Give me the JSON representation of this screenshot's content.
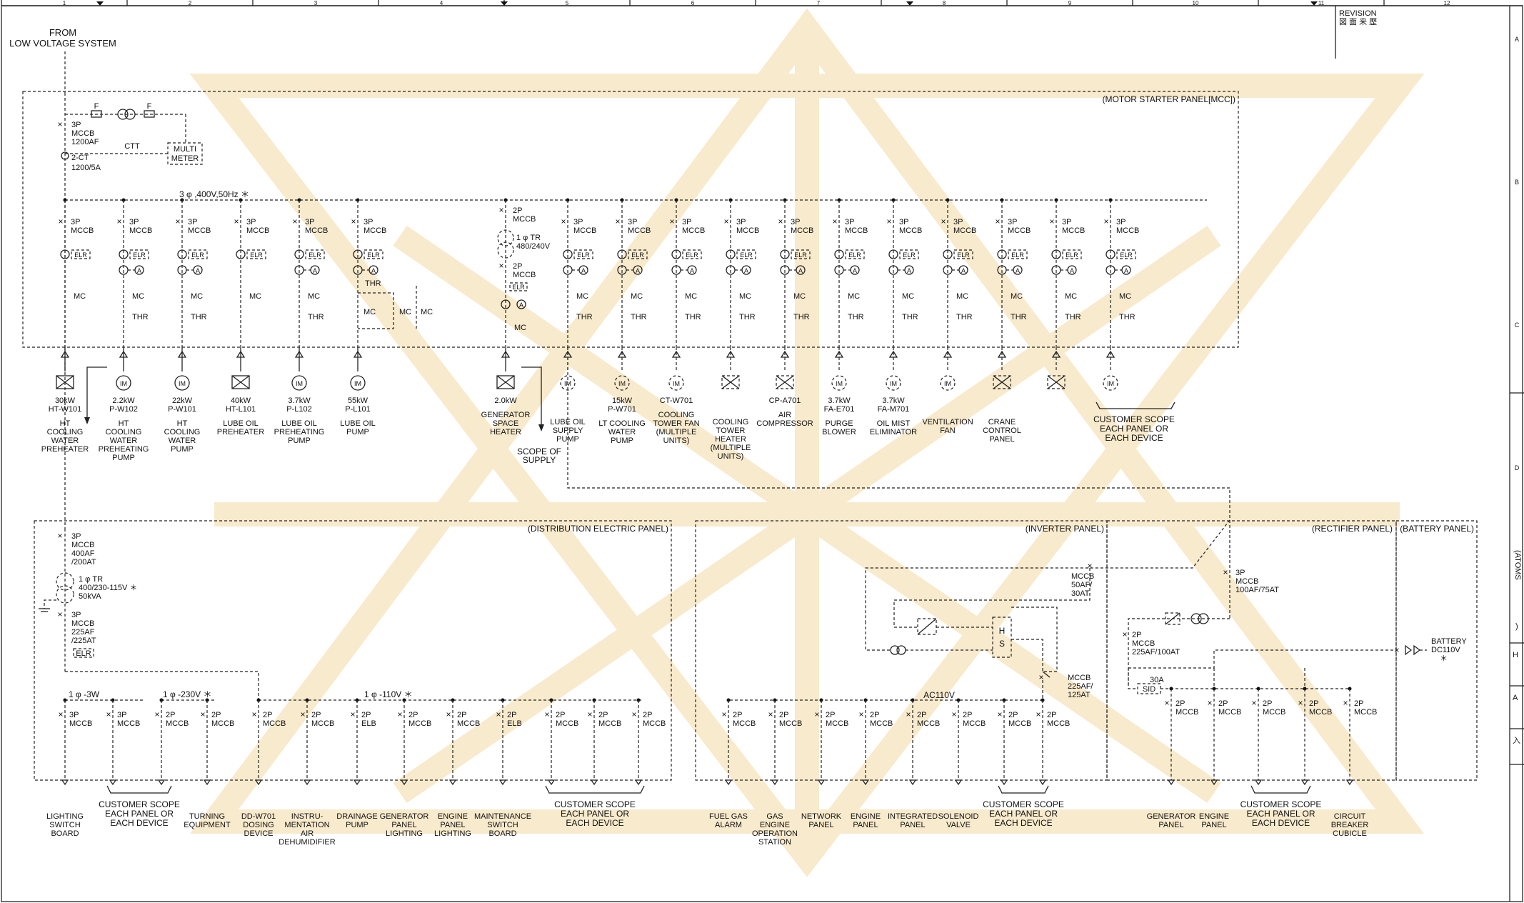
{
  "ruler": [
    "1",
    "2",
    "3",
    "4",
    "5",
    "6",
    "7",
    "8",
    "9",
    "10",
    "11",
    "12"
  ],
  "side_rows": [
    "A",
    "B",
    "C",
    "D"
  ],
  "revision": {
    "line1": "REVISION",
    "line2": "図 面 来 歴"
  },
  "source": {
    "line1": "FROM",
    "line2": "LOW VOLTAGE SYSTEM"
  },
  "mcc": {
    "title": "(MOTOR STARTER PANEL[MCC])",
    "main_breaker": [
      "3P",
      "MCCB",
      "1200AF"
    ],
    "ct": [
      "2-CT",
      "1200/5A"
    ],
    "ctt": "CTT",
    "fuse": "F",
    "meter": [
      "MULTI",
      "METER"
    ],
    "bus": "3 φ ,400V,50Hz ＊",
    "tr": [
      "1 φ TR",
      "480/240V"
    ],
    "tr_breaker": [
      "2P",
      "MCCB"
    ],
    "feeders": [
      {
        "pole": "3P",
        "kw": "30kW",
        "tag": "HT-W101",
        "name": [
          "HT",
          "COOLING",
          "WATER",
          "PREHEATER"
        ],
        "sym": "heater",
        "mc": "MC",
        "thr": "",
        "elr": true
      },
      {
        "pole": "3P",
        "kw": "2.2kW",
        "tag": "P-W102",
        "name": [
          "HT",
          "COOLING",
          "WATER",
          "PREHEATING",
          "PUMP"
        ],
        "sym": "motor",
        "mc": "MC",
        "thr": "THR",
        "elr": true
      },
      {
        "pole": "3P",
        "kw": "22kW",
        "tag": "P-W101",
        "name": [
          "HT",
          "COOLING",
          "WATER",
          "PUMP"
        ],
        "sym": "motor",
        "mc": "MC",
        "thr": "THR",
        "elr": true
      },
      {
        "pole": "3P",
        "kw": "40kW",
        "tag": "HT-L101",
        "name": [
          "LUBE OIL",
          "PREHEATER"
        ],
        "sym": "heater",
        "mc": "MC",
        "thr": "",
        "elr": true
      },
      {
        "pole": "3P",
        "kw": "3.7kW",
        "tag": "P-L102",
        "name": [
          "LUBE OIL",
          "PREHEATING",
          "PUMP"
        ],
        "sym": "motor",
        "mc": "MC",
        "thr": "THR",
        "elr": true
      },
      {
        "pole": "3P",
        "kw": "55kW",
        "tag": "P-L101",
        "name": [
          "LUBE OIL",
          "PUMP"
        ],
        "sym": "motor",
        "mc": "MC",
        "thr": "THR",
        "elr": true
      },
      {
        "pole": "2P",
        "kw": "2.0kW",
        "tag": "",
        "name": [
          "GENERATOR",
          "SPACE",
          "HEATER"
        ],
        "sym": "heater",
        "mc": "MC",
        "thr": "",
        "elr": true
      },
      {
        "pole": "3P",
        "kw": "",
        "tag": "",
        "name": [
          "LUBE OIL",
          "SUPPLY",
          "PUMP"
        ],
        "sym": "motor-dash",
        "mc": "MC",
        "thr": "THR",
        "elr": true
      },
      {
        "pole": "3P",
        "kw": "15kW",
        "tag": "P-W701",
        "name": [
          "LT COOLING",
          "WATER",
          "PUMP"
        ],
        "sym": "motor-dash",
        "mc": "MC",
        "thr": "THR",
        "elr": true
      },
      {
        "pole": "3P",
        "kw": "",
        "tag": "CT-W701",
        "name": [
          "COOLING",
          "TOWER FAN",
          "(MULTIPLE",
          "UNITS)"
        ],
        "sym": "motor-dash",
        "mc": "MC",
        "thr": "THR",
        "elr": true
      },
      {
        "pole": "3P",
        "kw": "",
        "tag": "",
        "name": [
          "COOLING",
          "TOWER",
          "HEATER",
          "(MULTIPLE",
          "UNITS)"
        ],
        "sym": "heater-dash",
        "mc": "MC",
        "thr": "THR",
        "elr": true
      },
      {
        "pole": "3P",
        "kw": "",
        "tag": "CP-A701",
        "name": [
          "AIR",
          "COMPRESSOR"
        ],
        "sym": "heater-dash",
        "mc": "MC",
        "thr": "THR",
        "elr": true
      },
      {
        "pole": "3P",
        "kw": "3.7kW",
        "tag": "FA-E701",
        "name": [
          "PURGE",
          "BLOWER"
        ],
        "sym": "motor-dash",
        "mc": "MC",
        "thr": "THR",
        "elr": true
      },
      {
        "pole": "3P",
        "kw": "3.7kW",
        "tag": "FA-M701",
        "name": [
          "OIL MIST",
          "ELIMINATOR"
        ],
        "sym": "motor-dash",
        "mc": "MC",
        "thr": "THR",
        "elr": true
      },
      {
        "pole": "3P",
        "kw": "",
        "tag": "",
        "name": [
          "VENTILATION",
          "FAN"
        ],
        "sym": "motor-dash",
        "mc": "MC",
        "thr": "THR",
        "elr": true
      },
      {
        "pole": "3P",
        "kw": "",
        "tag": "",
        "name": [
          "CRANE",
          "CONTROL",
          "PANEL"
        ],
        "sym": "heater-dash",
        "mc": "MC",
        "thr": "THR",
        "elr": true
      },
      {
        "pole": "3P",
        "kw": "",
        "tag": "",
        "name": [],
        "sym": "heater-dash",
        "mc": "MC",
        "thr": "THR",
        "elr": true
      },
      {
        "pole": "3P",
        "kw": "",
        "tag": "",
        "name": [],
        "sym": "motor-dash",
        "mc": "MC",
        "thr": "THR",
        "elr": true
      }
    ],
    "customer_scope": [
      "CUSTOMER SCOPE",
      "EACH PANEL OR",
      "EACH DEVICE"
    ],
    "scope_of_supply": [
      "SCOPE OF",
      "SUPPLY"
    ]
  },
  "dist": {
    "title": "(DISTRIBUTION ELECTRIC PANEL)",
    "main_breaker": [
      "3P",
      "MCCB",
      "400AF",
      "/200AT"
    ],
    "tr": [
      "1 φ TR",
      "400/230-115V ＊",
      "50kVA"
    ],
    "sec_breaker": [
      "3P",
      "MCCB",
      "225AF",
      "/225AT"
    ],
    "elr": "ELR",
    "bus1": "1 φ -3W",
    "bus2": "1 φ -230V ＊",
    "bus3": "1 φ -110V ＊",
    "feeders": [
      {
        "pole": "3P",
        "type": "MCCB",
        "name": [
          "LIGHTING",
          "SWITCH",
          "BOARD"
        ]
      },
      {
        "pole": "3P",
        "type": "MCCB",
        "name": []
      },
      {
        "pole": "2P",
        "type": "MCCB",
        "name": []
      },
      {
        "pole": "2P",
        "type": "MCCB",
        "name": [
          "TURNING",
          "EQUIPMENT"
        ]
      },
      {
        "pole": "2P",
        "type": "MCCB",
        "name": [
          "DD-W701",
          "DOSING",
          "DEVICE"
        ]
      },
      {
        "pole": "2P",
        "type": "MCCB",
        "name": [
          "INSTRU-",
          "MENTATION",
          "AIR",
          "DEHUMIDIFIER"
        ]
      },
      {
        "pole": "2P",
        "type": "ELB",
        "name": [
          "DRAINAGE",
          "PUMP"
        ]
      },
      {
        "pole": "2P",
        "type": "MCCB",
        "name": [
          "GENERATOR",
          "PANEL",
          "LIGHTING"
        ]
      },
      {
        "pole": "2P",
        "type": "MCCB",
        "name": [
          "ENGINE",
          "PANEL",
          "LIGHTING"
        ]
      },
      {
        "pole": "2P",
        "type": "ELB",
        "name": [
          "MAINTENANCE",
          "SWITCH",
          "BOARD"
        ]
      },
      {
        "pole": "2P",
        "type": "MCCB",
        "name": []
      },
      {
        "pole": "2P",
        "type": "MCCB",
        "name": []
      },
      {
        "pole": "2P",
        "type": "MCCB",
        "name": []
      }
    ],
    "customer_scope_1": [
      "CUSTOMER SCOPE",
      "EACH PANEL OR",
      "EACH DEVICE"
    ],
    "customer_scope_2": [
      "CUSTOMER SCOPE",
      "EACH PANEL OR",
      "EACH DEVICE"
    ]
  },
  "inverter": {
    "title": "(INVERTER PANEL)",
    "breaker1": [
      "MCCB",
      "50AF/",
      "30AT"
    ],
    "hs": [
      "H",
      "S"
    ],
    "breaker2": [
      "MCCB",
      "225AF/",
      "125AT"
    ],
    "bus": "AC110V",
    "feeders": [
      {
        "pole": "2P",
        "type": "MCCB",
        "name": [
          "FUEL GAS",
          "ALARM"
        ]
      },
      {
        "pole": "2P",
        "type": "MCCB",
        "name": [
          "GAS",
          "ENGINE",
          "OPERATION",
          "STATION"
        ]
      },
      {
        "pole": "2P",
        "type": "MCCB",
        "name": [
          "NETWORK",
          "PANEL"
        ]
      },
      {
        "pole": "2P",
        "type": "MCCB",
        "name": [
          "ENGINE",
          "PANEL"
        ]
      },
      {
        "pole": "2P",
        "type": "MCCB",
        "name": [
          "INTEGRATED",
          "PANEL"
        ]
      },
      {
        "pole": "2P",
        "type": "MCCB",
        "name": [
          "SOLENOID",
          "VALVE"
        ]
      },
      {
        "pole": "2P",
        "type": "MCCB",
        "name": []
      },
      {
        "pole": "2P",
        "type": "MCCB",
        "name": []
      }
    ],
    "customer_scope": [
      "CUSTOMER SCOPE",
      "EACH PANEL OR",
      "EACH DEVICE"
    ]
  },
  "rectifier": {
    "title": "(RECTIFIER PANEL)",
    "breaker_in": [
      "3P",
      "MCCB",
      "100AF/75AT"
    ],
    "breaker_out": [
      "2P",
      "MCCB",
      "225AF/100AT"
    ],
    "sid": [
      "30A",
      "SID"
    ],
    "feeders": [
      {
        "pole": "2P",
        "type": "MCCB",
        "name": [
          "GENERATOR",
          "PANEL"
        ]
      },
      {
        "pole": "2P",
        "type": "MCCB",
        "name": [
          "ENGINE",
          "PANEL"
        ]
      },
      {
        "pole": "2P",
        "type": "MCCB",
        "name": []
      },
      {
        "pole": "2P",
        "type": "MCCB",
        "name": []
      },
      {
        "pole": "2P",
        "type": "MCCB",
        "name": [
          "CIRCUIT",
          "BREAKER",
          "CUBICLE"
        ]
      }
    ],
    "customer_scope": [
      "CUSTOMER SCOPE",
      "EACH PANEL OR",
      "EACH DEVICE"
    ]
  },
  "battery": {
    "title": "(BATTERY PANEL)",
    "label": [
      "BATTERY",
      "DC110V",
      "＊"
    ]
  },
  "right_strip": [
    "(ATOMS",
    ")",
    "H",
    "A",
    "入"
  ],
  "symbols": {
    "ammeter": "A",
    "motor": "IM",
    "elr": "ELR",
    "mc": "MC",
    "thr": "THR",
    "mccb": "MCCB",
    "x": "×"
  }
}
